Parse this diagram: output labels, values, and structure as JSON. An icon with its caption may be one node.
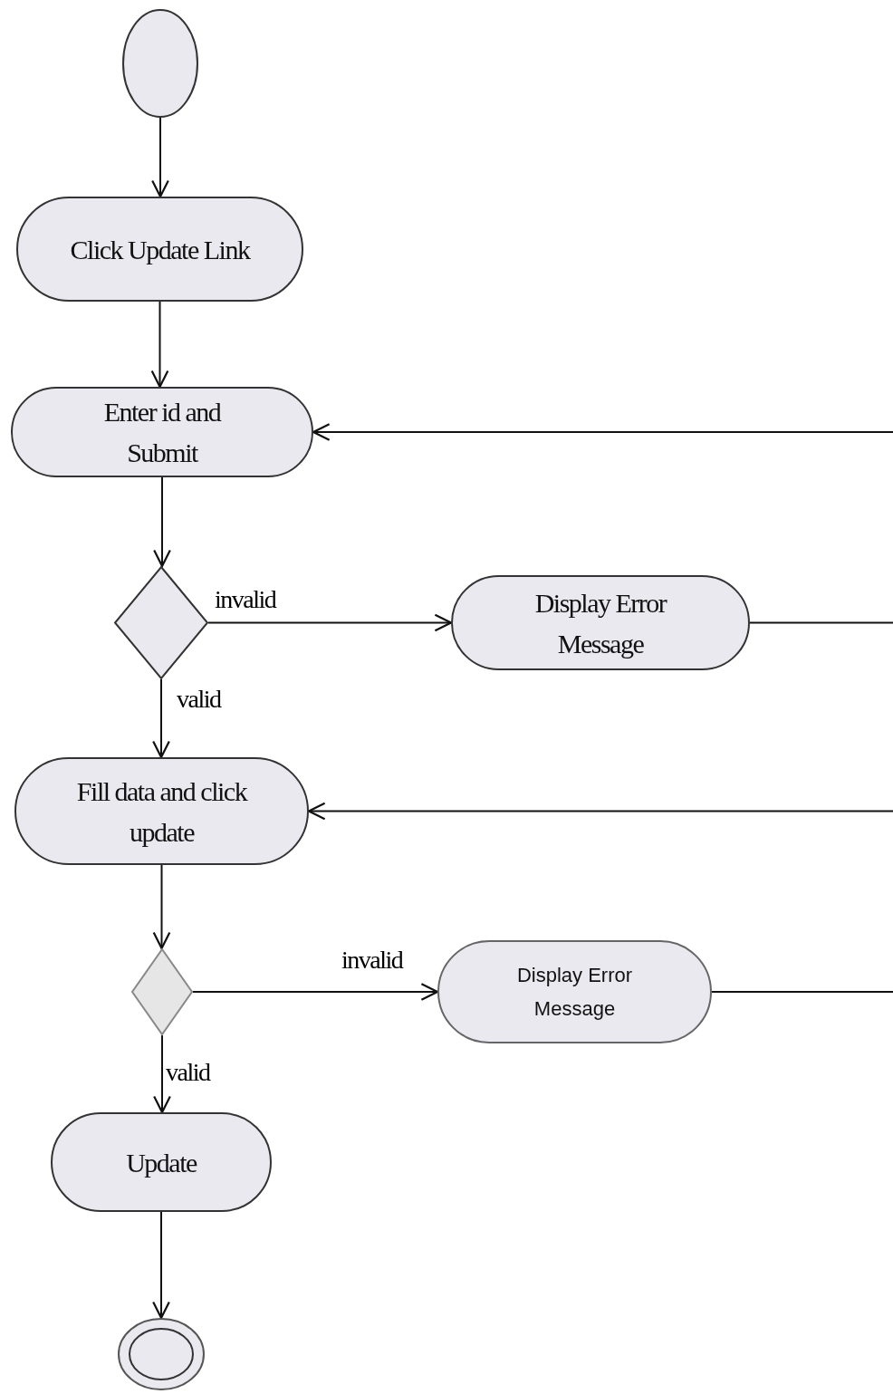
{
  "diagram": {
    "nodes": [
      {
        "text": [],
        "shape": "circle"
      },
      {
        "text": [
          "Click Update Link"
        ]
      },
      {
        "text": [
          "Enter id and Submit"
        ]
      },
      {
        "text": [],
        "shape": "diamond"
      },
      {
        "text": [
          "Display Error Message"
        ]
      },
      {
        "text": [
          "Fill data and click update"
        ]
      },
      {
        "text": [],
        "shape": "diamond"
      },
      {
        "text": [
          "Display Error Message"
        ]
      },
      {
        "text": [
          "Update"
        ]
      },
      {
        "text": [],
        "shape": "circle"
      }
    ],
    "edges": [
      {
        "from": 0,
        "to": 1,
        "arrow": "to"
      },
      {
        "from": 1,
        "to": 2,
        "arrow": "to"
      },
      {
        "from": 2,
        "to": 3,
        "arrow": "to"
      },
      {
        "from": 3,
        "to": 4,
        "label": "invalid",
        "arrow": "to"
      },
      {
        "from": 3,
        "to": 5,
        "label": "valid",
        "arrow": "to"
      },
      {
        "from": 5,
        "to": 6,
        "arrow": "to"
      },
      {
        "from": 6,
        "to": 7,
        "label": "invalid",
        "arrow": "to"
      },
      {
        "from": 6,
        "to": 8,
        "label": "valid",
        "arrow": "to"
      },
      {
        "from": 8,
        "to": 9,
        "arrow": "to"
      },
      {
        "from": 4,
        "to": 2,
        "arrow": "to"
      },
      {
        "from": 7,
        "to": 5,
        "arrow": "to"
      }
    ]
  }
}
